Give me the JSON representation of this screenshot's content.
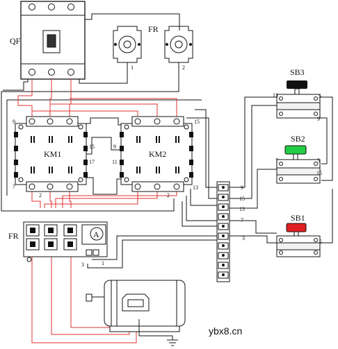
{
  "labels": {
    "qf": "QF",
    "fr_top": "FR",
    "fr_bottom": "FR",
    "km1": "KM1",
    "km2": "KM2",
    "sb1": "SB1",
    "sb2": "SB2",
    "sb3": "SB3",
    "ammeter": "A",
    "watermark": "ybx8.cn"
  },
  "terminals": {
    "fr1": "1",
    "fr2": "2",
    "km1_left_top": "9",
    "km1_left_bot": "7",
    "km1_right_top": "15",
    "km1_right_bot": "17",
    "km1_bottom_mid": "2",
    "km2_left_top": "9",
    "km2_left_bot": "11",
    "km2_right_top": "15",
    "km2_bottom_mid": "2",
    "km2_right_bot": "13",
    "block_a": "9",
    "block_b": "15",
    "block_c": "13",
    "block_d": "7",
    "block_e": "3",
    "sb3_left": "13",
    "sb3_right": "5",
    "sb3_inner": "9",
    "sb2_left": "7",
    "sb2_right": "5",
    "sb2_lower": "15",
    "sb1_right": "5",
    "frb_1": "1",
    "frb_3": "3"
  },
  "colors": {
    "wire": "#111111",
    "power_wire": "#e03030",
    "sb1_cap": "#e02020",
    "sb2_cap": "#22cc44",
    "sb3_cap": "#111111"
  },
  "icons": {
    "motor": "motor-icon",
    "ground": "ground-icon",
    "ammeter": "ammeter-icon"
  }
}
